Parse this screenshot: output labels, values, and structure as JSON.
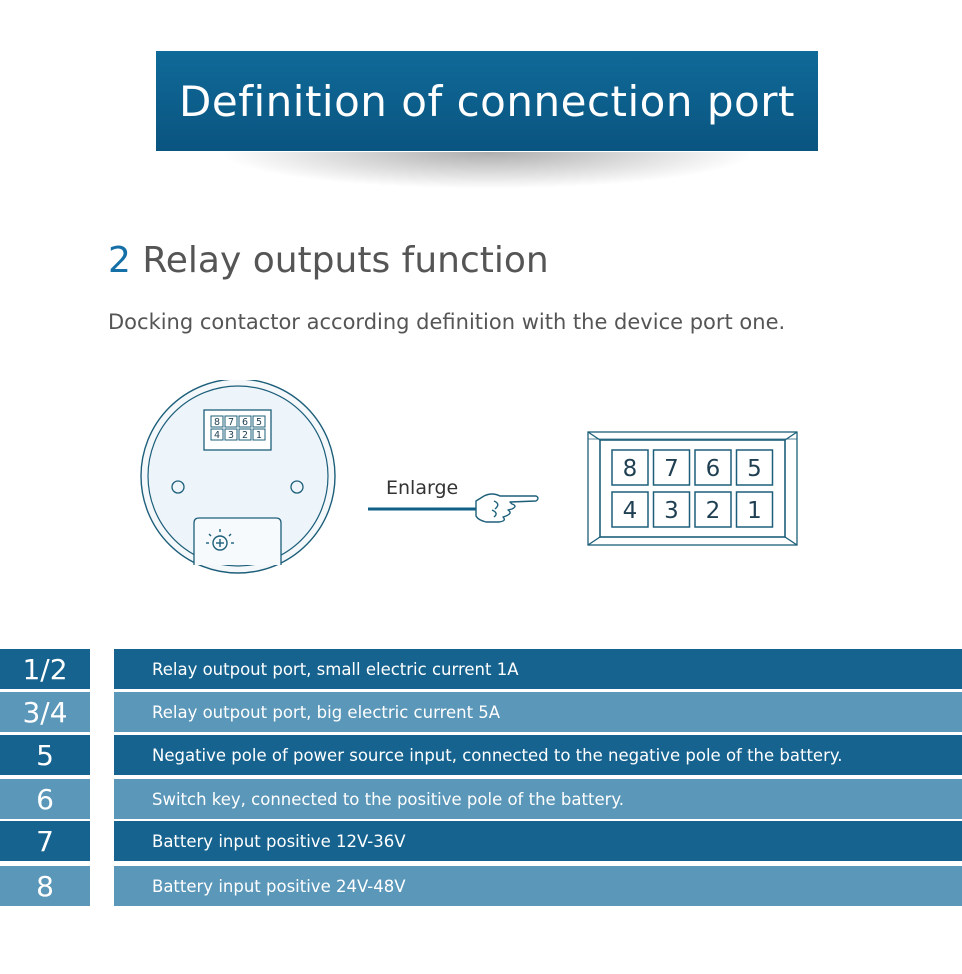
{
  "banner": {
    "title": "Definition of connection port"
  },
  "section": {
    "number": "2",
    "title": "Relay outputs function",
    "subtitle": "Docking contactor according definition with the device port one."
  },
  "diagram": {
    "enlarge_label": "Enlarge",
    "small_connector": {
      "top_row": [
        "8",
        "7",
        "6",
        "5"
      ],
      "bottom_row": [
        "4",
        "3",
        "2",
        "1"
      ]
    },
    "large_connector": {
      "top_row": [
        "8",
        "7",
        "6",
        "5"
      ],
      "bottom_row": [
        "4",
        "3",
        "2",
        "1"
      ]
    },
    "colors": {
      "line": "#0f5f86",
      "stroke": "#1d5f7a",
      "gauge_fill": "#eef5fa"
    }
  },
  "ports": [
    {
      "pin": "1/2",
      "description": "Relay outpout port, small electric current 1A",
      "shade": "dark"
    },
    {
      "pin": "3/4",
      "description": "Relay outpout port, big electric current 5A",
      "shade": "light"
    },
    {
      "pin": "5",
      "description": "Negative pole of power source input, connected to the negative pole of the battery.",
      "shade": "dark"
    },
    {
      "pin": "6",
      "description": "Switch key, connected to the positive pole of the battery.",
      "shade": "light"
    },
    {
      "pin": "7",
      "description": "Battery input positive 12V-36V",
      "shade": "dark"
    },
    {
      "pin": "8",
      "description": "Battery input positive 24V-48V",
      "shade": "light"
    }
  ],
  "theme": {
    "dark_row": "#16638f",
    "light_row": "#5b97b9",
    "banner": "#0f6a98",
    "accent_number": "#1570a8"
  }
}
